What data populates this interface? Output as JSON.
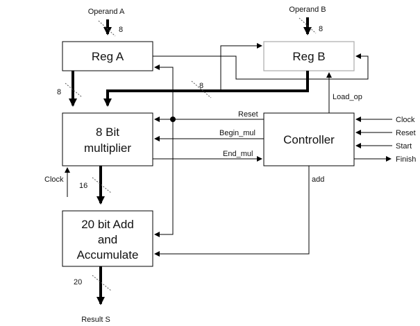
{
  "blocks": {
    "reg_a": "Reg A",
    "reg_b": "Reg B",
    "multiplier_line1": "8 Bit",
    "multiplier_line2": "multiplier",
    "controller": "Controller",
    "accumulator_line1": "20 bit Add",
    "accumulator_line2": "and",
    "accumulator_line3": "Accumulate"
  },
  "signals": {
    "operand_a": "Operand A",
    "operand_b": "Operand B",
    "result_s": "Result S",
    "load_op": "Load_op",
    "reset": "Reset",
    "begin_mul": "Begin_mul",
    "end_mul": "End_mul",
    "add": "add",
    "clock": "Clock",
    "controller_inputs": [
      "Clock",
      "Reset",
      "Start"
    ],
    "controller_output": "Finish"
  },
  "bus_widths": {
    "operand_a": "8",
    "operand_b": "8",
    "reg_a_out": "8",
    "reg_b_out": "8",
    "multiplier_out": "16",
    "result": "20"
  },
  "colors": {
    "line": "#000000",
    "reg_b_border": "#aaaaaa"
  }
}
